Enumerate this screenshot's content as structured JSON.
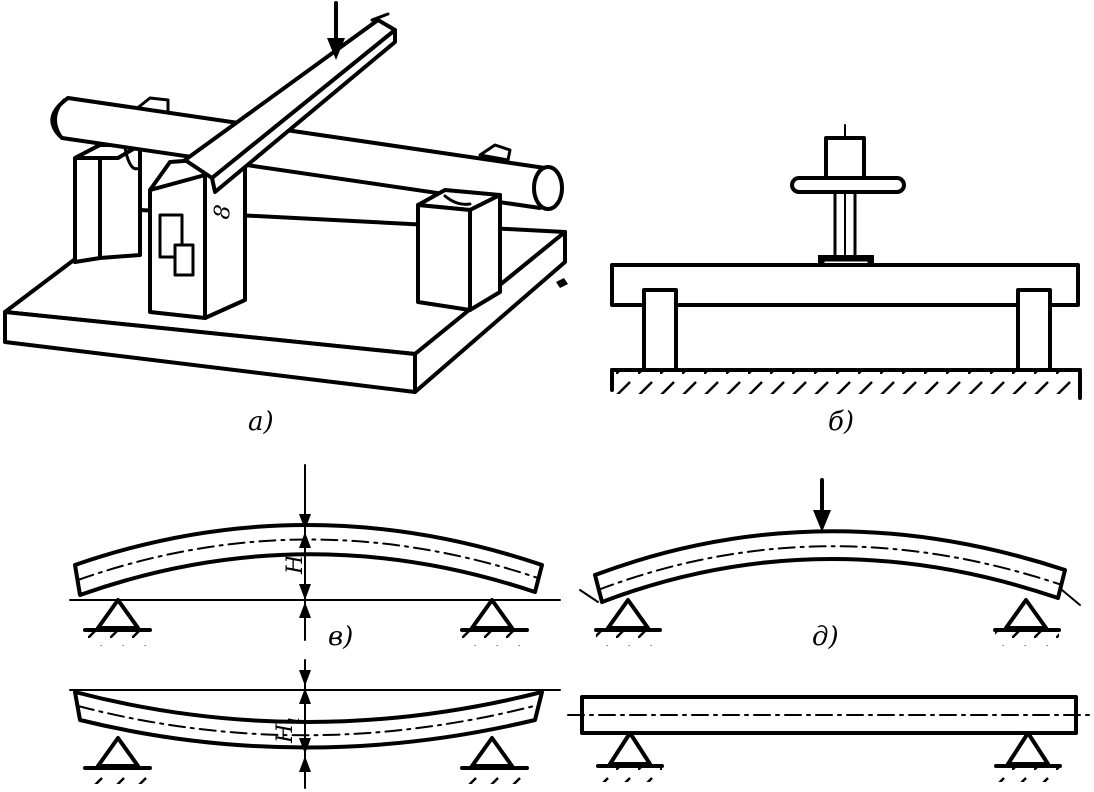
{
  "labels": {
    "a": "а)",
    "b": "б)",
    "v": "в)",
    "d": "д)",
    "H": "H",
    "H1": "H",
    "H1_sub": "1",
    "marker": "8"
  },
  "colors": {
    "ink": "#000000",
    "paper": "#ffffff"
  }
}
